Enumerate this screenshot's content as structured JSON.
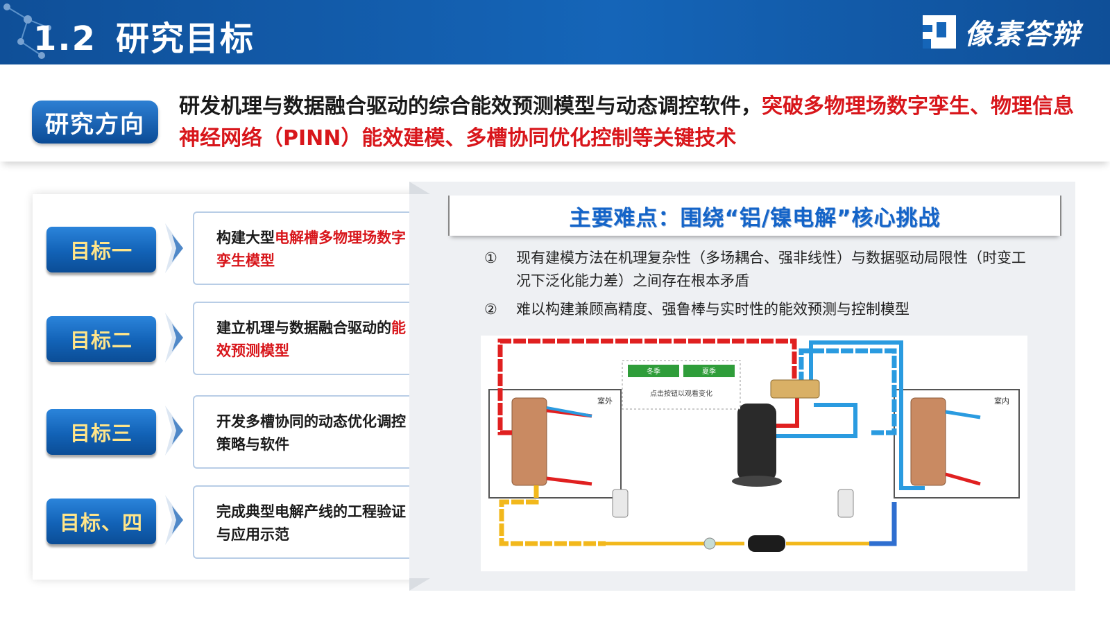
{
  "header": {
    "section_number": "1.2",
    "section_title": "研究目标",
    "brand_name": "像素答辩"
  },
  "direction": {
    "badge_label": "研究方向",
    "text_black": "研发机理与数据融合驱动的综合能效预测模型与动态调控软件，",
    "text_red": "突破多物理场数字孪生、物理信息神经网络（PINN）能效建模、多槽协同优化控制等关键技术"
  },
  "goals": [
    {
      "label": "目标一",
      "text_plain": "构建大型",
      "text_red": "电解槽多物理场数字孪生模型",
      "text_after": ""
    },
    {
      "label": "目标二",
      "text_plain": "建立机理与数据融合驱动的",
      "text_red": "能效预测模型",
      "text_after": ""
    },
    {
      "label": "目标三",
      "text_plain": "开发多槽协同的动态优化调控策略与软件",
      "text_red": "",
      "text_after": ""
    },
    {
      "label": "目标、四",
      "text_plain": "完成典型电解产线的工程验证与应用示范",
      "text_red": "",
      "text_after": ""
    }
  ],
  "challenges": {
    "title": "主要难点：围绕“铝/镍电解”核心挑战",
    "items": [
      {
        "num": "①",
        "text": "现有建模方法在机理复杂性（多场耦合、强非线性）与数据驱动局限性（时变工况下泛化能力差）之间存在根本矛盾"
      },
      {
        "num": "②",
        "text": "难以构建兼顾高精度、强鲁棒与实时性的能效预测与控制模型"
      }
    ]
  },
  "diagram": {
    "mode_winter": "冬季",
    "mode_summer": "夏季",
    "hint": "点击按钮以观看变化",
    "outdoor_label": "室外",
    "indoor_label": "室内"
  },
  "colors": {
    "header_blue": "#1565b8",
    "accent_red": "#d8161b",
    "goal_text_yellow": "#ffe58a",
    "title_blue": "#1464c8",
    "pipe_red": "#e02020",
    "pipe_blue": "#2a9be0",
    "pipe_yellow": "#f2b81c"
  }
}
